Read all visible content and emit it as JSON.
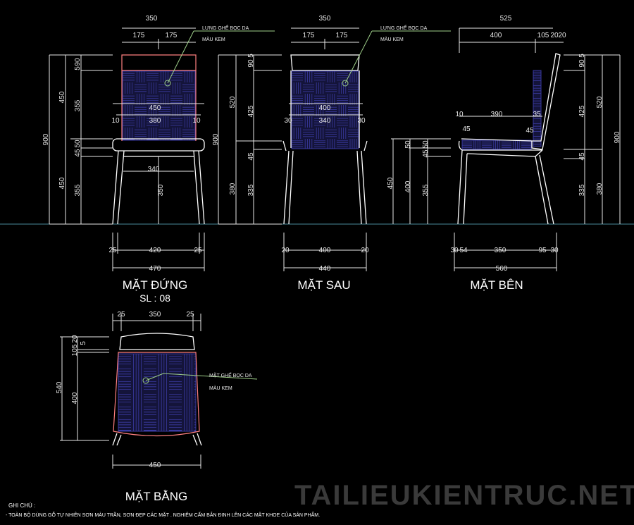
{
  "front": {
    "title": "MẶT ĐỨNG",
    "quantity": "SL : 08",
    "note": [
      "LƯNG GHẾ BỌC DA",
      "MÀU KEM"
    ],
    "dims": [
      "350",
      "175",
      "175",
      "900",
      "450",
      "450",
      "5",
      "90",
      "355",
      "45",
      "50",
      "355",
      "450",
      "380",
      "10",
      "10",
      "340",
      "350",
      "25",
      "420",
      "25",
      "470"
    ]
  },
  "back": {
    "title": "MẶT SAU",
    "note": [
      "LƯNG GHẾ BỌC DA",
      "MÀU KEM"
    ],
    "dims": [
      "350",
      "175",
      "175",
      "900",
      "520",
      "380",
      "90",
      "5",
      "425",
      "45",
      "335",
      "400",
      "340",
      "30",
      "30",
      "20",
      "400",
      "20",
      "440"
    ]
  },
  "side": {
    "title": "MẶT BÊN",
    "dims": [
      "525",
      "400",
      "105",
      "20",
      "20",
      "10",
      "390",
      "35",
      "45",
      "45",
      "450",
      "50",
      "400",
      "50",
      "45",
      "355",
      "90",
      "5",
      "425",
      "45",
      "335",
      "520",
      "380",
      "900",
      "30",
      "54",
      "350",
      "95",
      "30",
      "560"
    ]
  },
  "plan": {
    "title": "MẶT BẰNG",
    "note": [
      "MẶT GHẾ BỌC DA",
      "MÀU KEM"
    ],
    "dims": [
      "25",
      "350",
      "25",
      "540",
      "105",
      "20",
      "5",
      "400",
      "450"
    ]
  },
  "notes": {
    "heading": "GHI CHÚ :",
    "text": "- TOÀN BỘ DÙNG GỖ TỰ NHIÊN SƠN MÀU TRẦN, SƠN ĐẸP CÁC MẶT . NGHIÊM CẤM BẮN ĐINH LÊN CÁC MẶT KHOE CỦA SẢN PHẨM."
  },
  "watermark": "TAILIEUKIENTRUC.NET",
  "colors": {
    "background": "#000000",
    "line": "#e8e8e8",
    "upholstery": "#3a3aa0",
    "outline": "#ff8080",
    "leader": "#9fd08a",
    "ground": "#4a8a9a"
  }
}
